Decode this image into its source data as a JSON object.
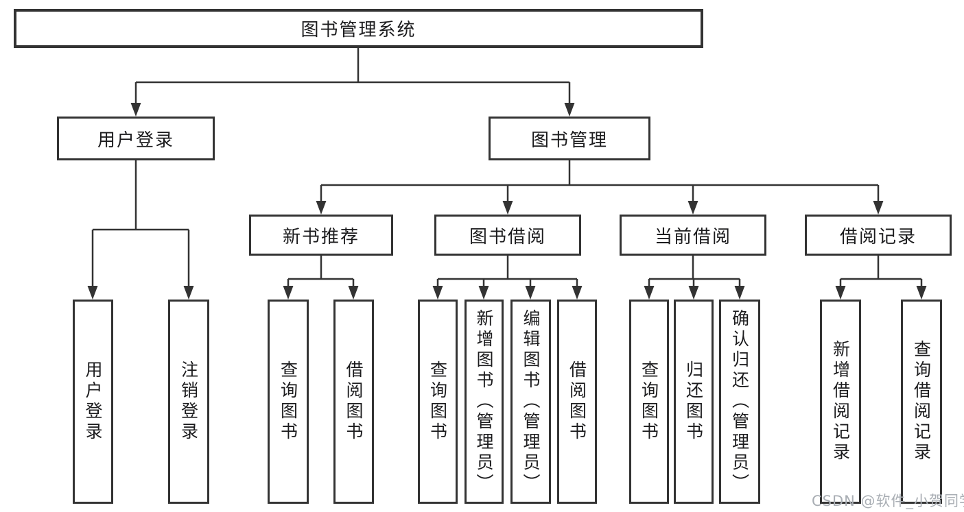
{
  "diagram": {
    "tree": {
      "label": "图书管理系统",
      "children": [
        {
          "label": "用户登录",
          "children": [
            {
              "label": "用户登录"
            },
            {
              "label": "注销登录"
            }
          ]
        },
        {
          "label": "图书管理",
          "children": [
            {
              "label": "新书推荐",
              "children": [
                {
                  "label": "查询图书"
                },
                {
                  "label": "借阅图书"
                }
              ]
            },
            {
              "label": "图书借阅",
              "children": [
                {
                  "label": "查询图书"
                },
                {
                  "label": "新增图书（管理员）"
                },
                {
                  "label": "编辑图书（管理员）"
                },
                {
                  "label": "借阅图书"
                }
              ]
            },
            {
              "label": "当前借阅",
              "children": [
                {
                  "label": "查询图书"
                },
                {
                  "label": "归还图书"
                },
                {
                  "label": "确认归还（管理员）"
                }
              ]
            },
            {
              "label": "借阅记录",
              "children": [
                {
                  "label": "新增借阅记录"
                },
                {
                  "label": "查询借阅记录"
                }
              ]
            }
          ]
        }
      ]
    },
    "colors": {
      "line": "#333333",
      "box_background": "#ffffff",
      "watermark_text": "#a9aeb4"
    }
  },
  "watermark": {
    "text": "CSDN @软件_小贺同学"
  }
}
